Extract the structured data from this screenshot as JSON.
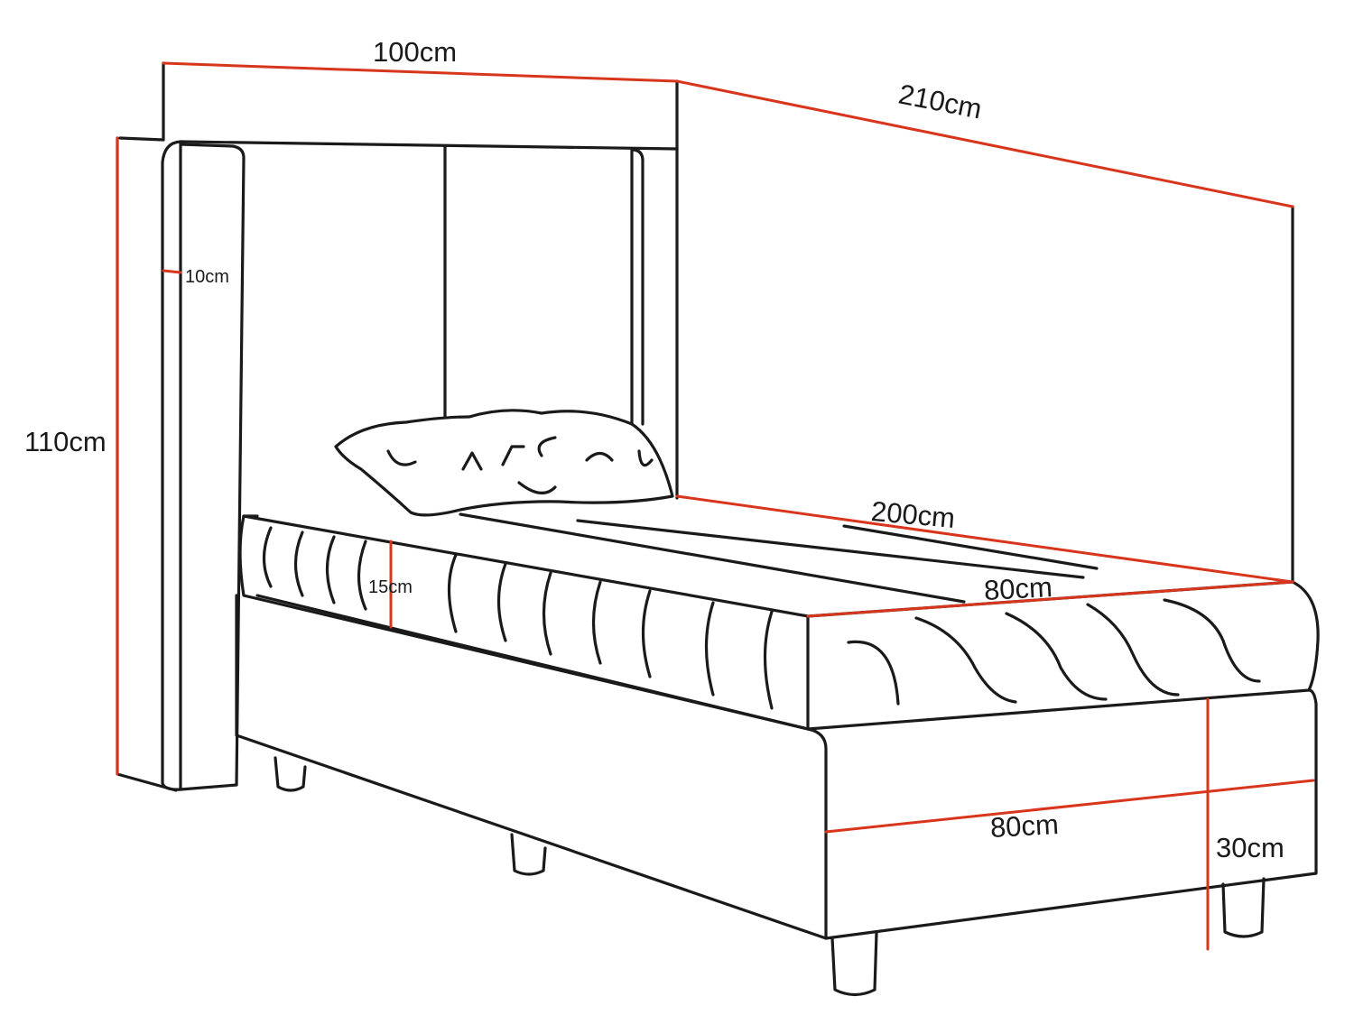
{
  "title": "Bed dimensions diagram",
  "colors": {
    "dimension_line": "#d8361c",
    "outline": "#1a1a1a"
  },
  "dimensions": {
    "headboard_width": "100cm",
    "total_length": "210cm",
    "headboard_height": "110cm",
    "headboard_thickness": "10cm",
    "mattress_length": "200cm",
    "mattress_width": "80cm",
    "mattress_height": "15cm",
    "base_width": "80cm",
    "base_height": "30cm"
  }
}
